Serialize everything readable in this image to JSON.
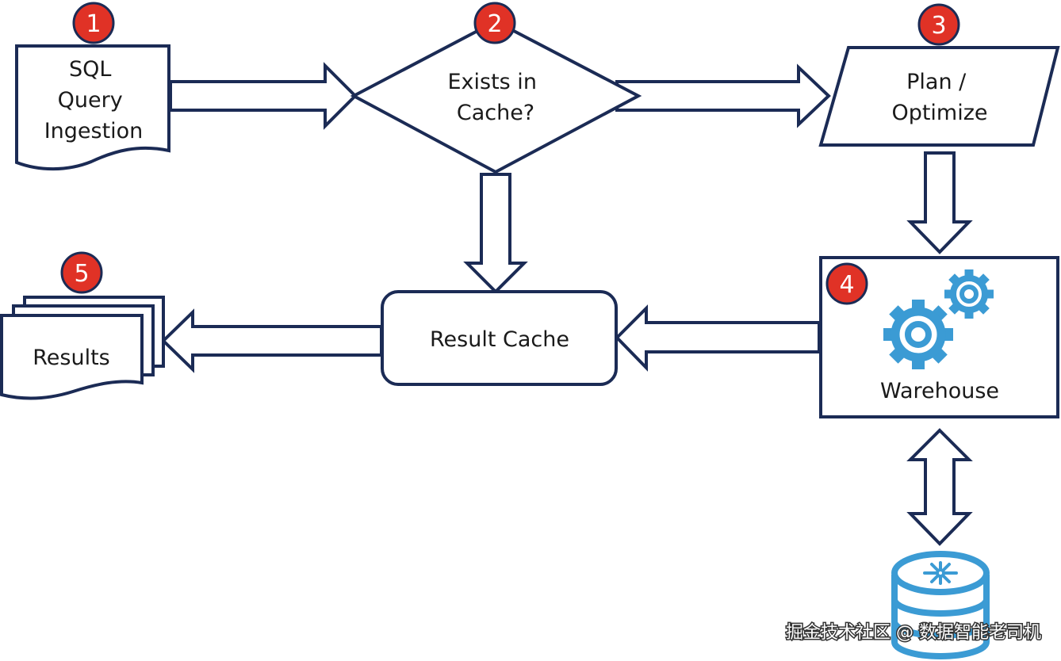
{
  "nodes": {
    "sql_query_ingestion": {
      "lines": [
        "SQL",
        "Query",
        "Ingestion"
      ]
    },
    "exists_in_cache": {
      "lines": [
        "Exists in",
        "Cache?"
      ]
    },
    "plan_optimize": {
      "lines": [
        "Plan /",
        "Optimize"
      ]
    },
    "warehouse": {
      "label": "Warehouse"
    },
    "result_cache": {
      "label": "Result Cache"
    },
    "results": {
      "label": "Results"
    }
  },
  "badges": [
    "1",
    "2",
    "3",
    "4",
    "5"
  ],
  "watermark": "掘金技术社区 @ 数据智能老司机",
  "colors": {
    "outline": "#1b2b55",
    "badge": "#e03226",
    "gear": "#3b9bd4",
    "database": "#3b9bd4"
  }
}
